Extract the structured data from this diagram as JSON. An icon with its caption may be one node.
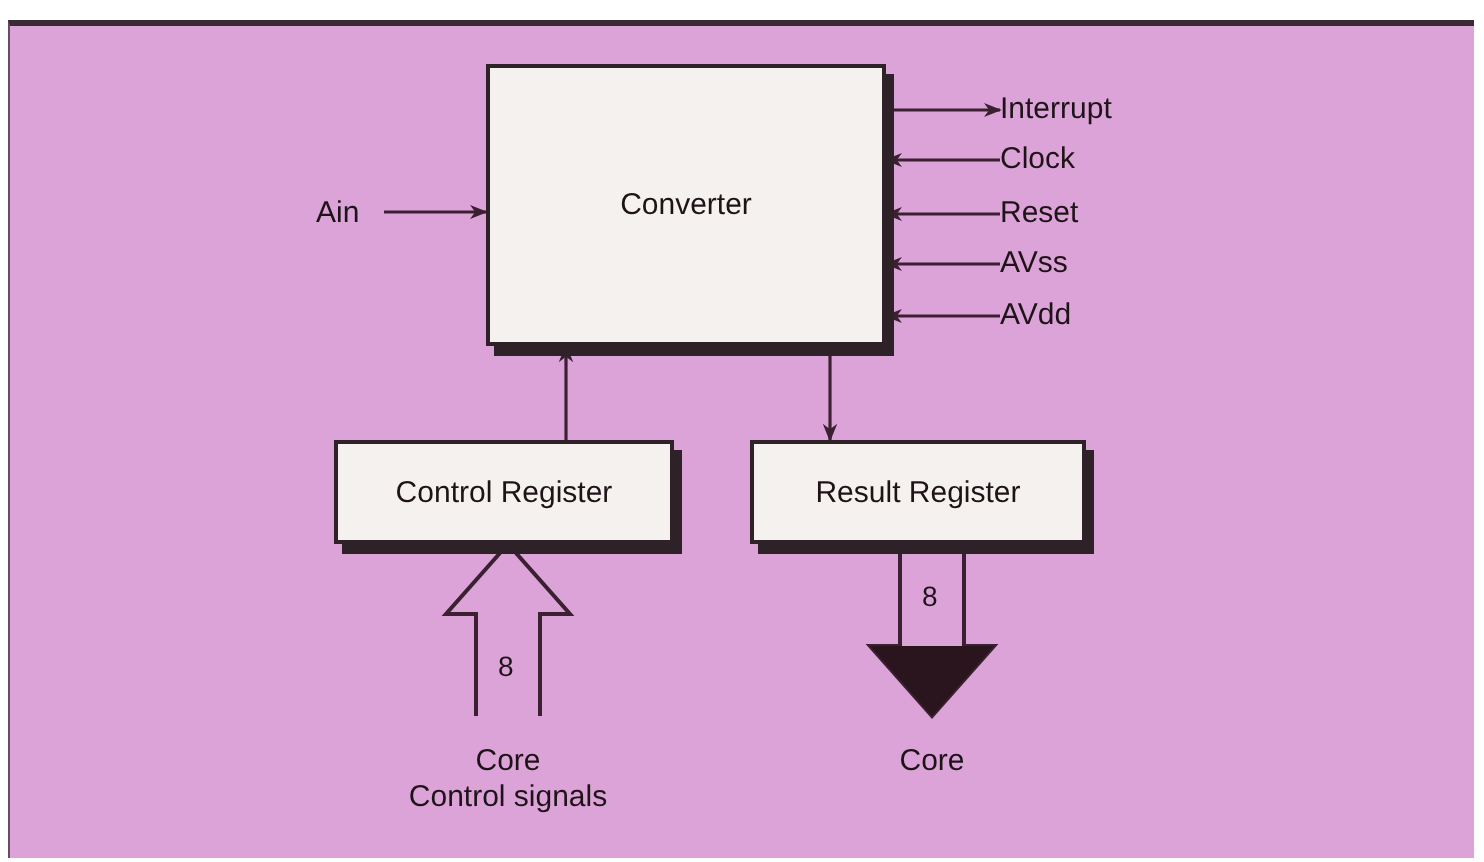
{
  "diagram": {
    "nodes": [
      {
        "text": [
          "Converter"
        ]
      },
      {
        "text": [
          "Control Register"
        ]
      },
      {
        "text": [
          "Result Register"
        ]
      },
      {
        "text": [
          "Ain"
        ]
      },
      {
        "text": [
          "Interrupt"
        ]
      },
      {
        "text": [
          "Clock"
        ]
      },
      {
        "text": [
          "Reset"
        ]
      },
      {
        "text": [
          "AVss"
        ]
      },
      {
        "text": [
          "AVdd"
        ]
      },
      {
        "text": [
          "Core",
          "Control signals"
        ]
      },
      {
        "text": [
          "Core"
        ]
      }
    ],
    "edges": [
      {
        "from": 3,
        "to": 0,
        "arrow": "to"
      },
      {
        "from": 0,
        "to": 4,
        "arrow": "to"
      },
      {
        "from": 5,
        "to": 0,
        "arrow": "to"
      },
      {
        "from": 6,
        "to": 0,
        "arrow": "to"
      },
      {
        "from": 7,
        "to": 0,
        "arrow": "to"
      },
      {
        "from": 8,
        "to": 0,
        "arrow": "to"
      },
      {
        "from": 1,
        "to": 0,
        "arrow": "to"
      },
      {
        "from": 0,
        "to": 2,
        "arrow": "to"
      },
      {
        "from": 9,
        "to": 1,
        "arrow": "to",
        "label": "8",
        "style": "thick"
      },
      {
        "from": 2,
        "to": 10,
        "arrow": "to",
        "label": "8",
        "style": "thick"
      }
    ]
  }
}
